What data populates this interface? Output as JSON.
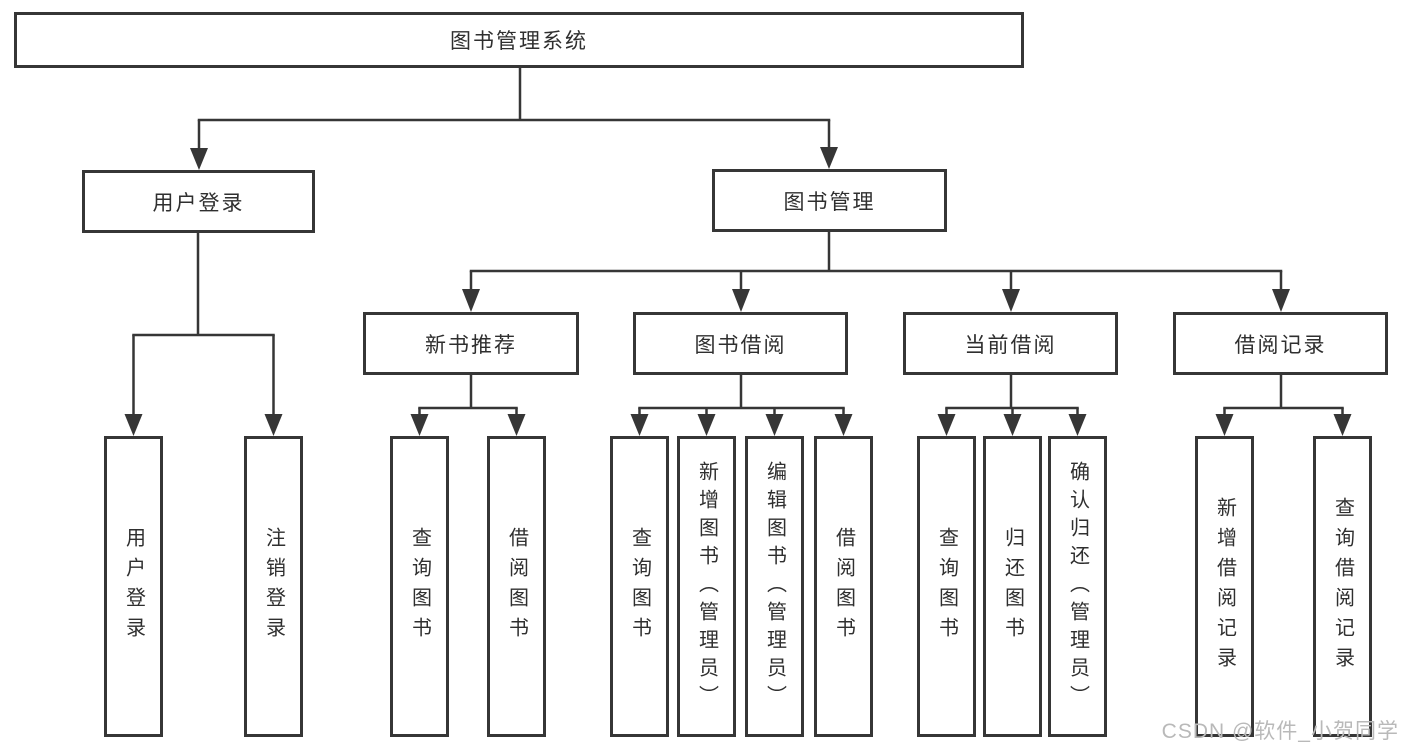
{
  "diagram": {
    "watermark": "CSDN @软件_小贺同学",
    "colors": {
      "line": "#363636",
      "box_border": "#363636",
      "box_fill": "#ffffff",
      "text": "#2f2f2f",
      "watermark": "#b9b9b9"
    },
    "root": {
      "label": "图书管理系统"
    },
    "branches": [
      {
        "label": "用户登录",
        "children": [
          "用户登录",
          "注销登录"
        ]
      },
      {
        "label": "图书管理",
        "sections": [
          {
            "label": "新书推荐",
            "children": [
              "查询图书",
              "借阅图书"
            ]
          },
          {
            "label": "图书借阅",
            "children": [
              "查询图书",
              "新增图书（管理员）",
              "编辑图书（管理员）",
              "借阅图书"
            ]
          },
          {
            "label": "当前借阅",
            "children": [
              "查询图书",
              "归还图书",
              "确认归还（管理员）"
            ]
          },
          {
            "label": "借阅记录",
            "children": [
              "新增借阅记录",
              "查询借阅记录"
            ]
          }
        ]
      }
    ]
  }
}
